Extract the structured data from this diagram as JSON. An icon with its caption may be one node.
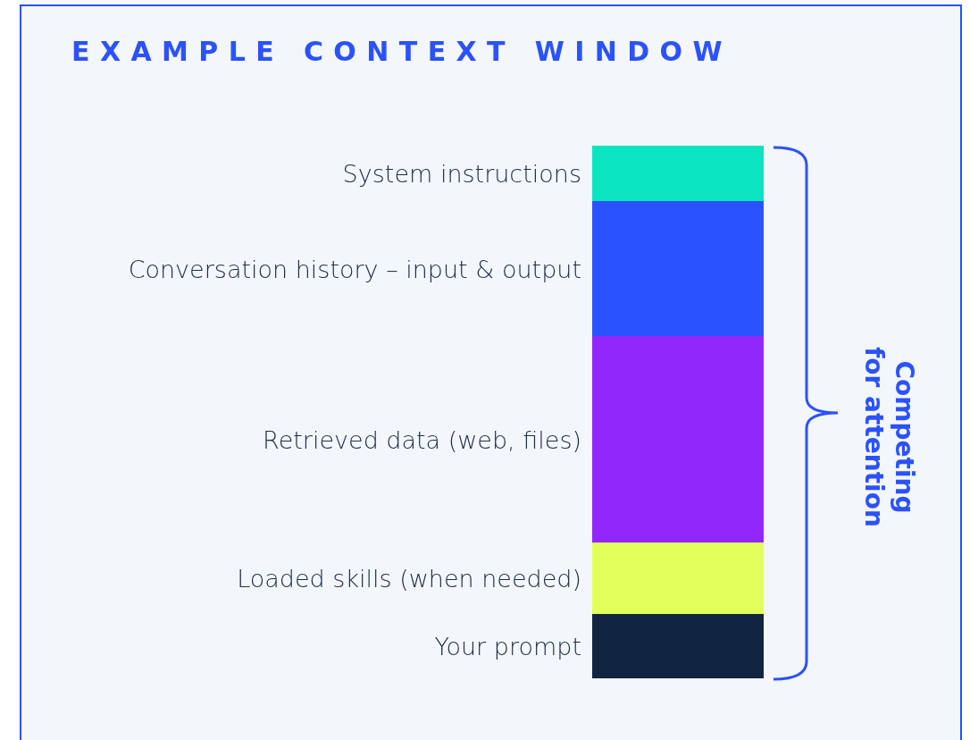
{
  "diagram": {
    "title": "EXAMPLE CONTEXT WINDOW",
    "nodes": [
      {
        "text": [],
        "shape": "bar",
        "beside": [
          "System instructions"
        ]
      },
      {
        "text": [],
        "shape": "bar",
        "beside": [
          "Conversation history – input & output"
        ]
      },
      {
        "text": [],
        "shape": "bar",
        "beside": [
          "Retrieved data (web, files)"
        ]
      },
      {
        "text": [],
        "shape": "bar",
        "beside": [
          "Loaded skills (when needed)"
        ]
      },
      {
        "text": [],
        "shape": "bar",
        "beside": [
          "Your prompt"
        ]
      }
    ],
    "edges": [],
    "labels": [
      "Competing for attention"
    ]
  }
}
